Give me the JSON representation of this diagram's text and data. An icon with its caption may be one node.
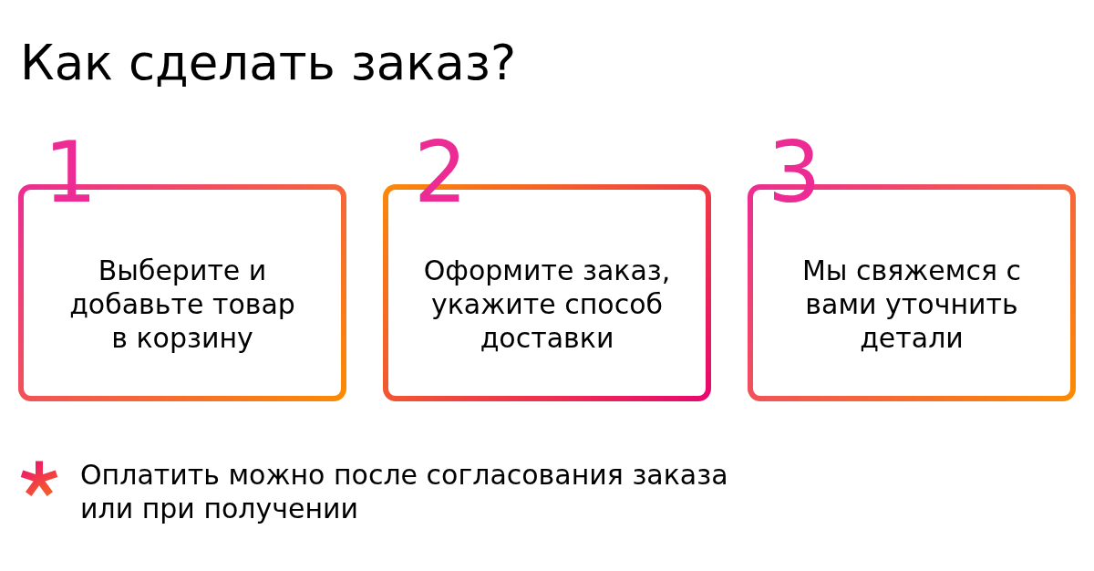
{
  "diagram": {
    "title": "Как сделать заказ?",
    "nodes": [
      {
        "text": [
          "1",
          "Выберите и добавьте товар в корзину"
        ]
      },
      {
        "text": [
          "2",
          "Оформите заказ, укажите способ доставки"
        ]
      },
      {
        "text": [
          "3",
          "Мы свяжемся с вами уточнить детали"
        ]
      }
    ],
    "labels": [
      "Оплатить можно после согласования заказа или при получении"
    ]
  }
}
